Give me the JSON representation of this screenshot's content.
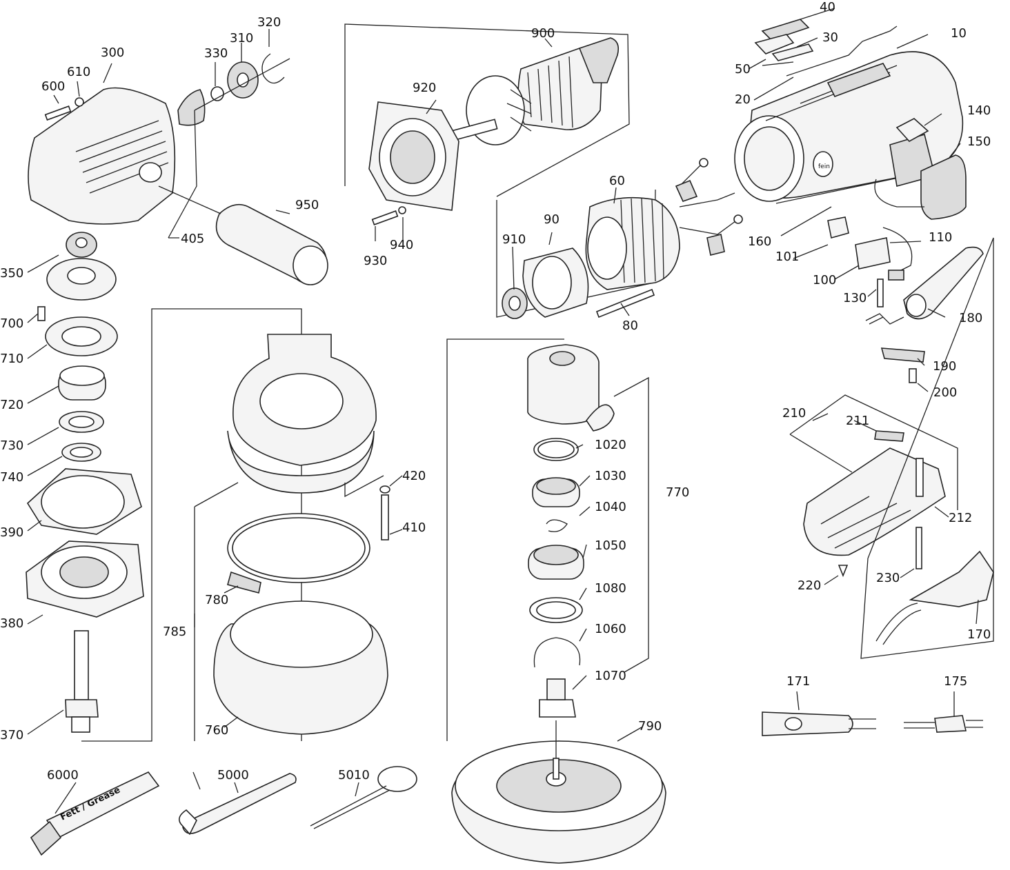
{
  "figure": {
    "tube_text": "Fett / Grease",
    "brand_logo": "fein"
  },
  "callouts": [
    {
      "id": "c40",
      "label": "40"
    },
    {
      "id": "c30",
      "label": "30"
    },
    {
      "id": "c10",
      "label": "10"
    },
    {
      "id": "c50",
      "label": "50"
    },
    {
      "id": "c20",
      "label": "20"
    },
    {
      "id": "c140",
      "label": "140"
    },
    {
      "id": "c150",
      "label": "150"
    },
    {
      "id": "c160",
      "label": "160"
    },
    {
      "id": "c101",
      "label": "101"
    },
    {
      "id": "c110",
      "label": "110"
    },
    {
      "id": "c100",
      "label": "100"
    },
    {
      "id": "c130",
      "label": "130"
    },
    {
      "id": "c180",
      "label": "180"
    },
    {
      "id": "c190",
      "label": "190"
    },
    {
      "id": "c200",
      "label": "200"
    },
    {
      "id": "c210",
      "label": "210"
    },
    {
      "id": "c211",
      "label": "211"
    },
    {
      "id": "c212",
      "label": "212"
    },
    {
      "id": "c220",
      "label": "220"
    },
    {
      "id": "c230",
      "label": "230"
    },
    {
      "id": "c170",
      "label": "170"
    },
    {
      "id": "c171",
      "label": "171"
    },
    {
      "id": "c175",
      "label": "175"
    },
    {
      "id": "c900",
      "label": "900"
    },
    {
      "id": "c920",
      "label": "920"
    },
    {
      "id": "c930",
      "label": "930"
    },
    {
      "id": "c940",
      "label": "940"
    },
    {
      "id": "c60",
      "label": "60"
    },
    {
      "id": "c90",
      "label": "90"
    },
    {
      "id": "c910",
      "label": "910"
    },
    {
      "id": "c80",
      "label": "80"
    },
    {
      "id": "c300",
      "label": "300"
    },
    {
      "id": "c320",
      "label": "320"
    },
    {
      "id": "c310",
      "label": "310"
    },
    {
      "id": "c330",
      "label": "330"
    },
    {
      "id": "c610",
      "label": "610"
    },
    {
      "id": "c600",
      "label": "600"
    },
    {
      "id": "c950",
      "label": "950"
    },
    {
      "id": "c405",
      "label": "405"
    },
    {
      "id": "c350",
      "label": "350"
    },
    {
      "id": "c700",
      "label": "700"
    },
    {
      "id": "c710",
      "label": "710"
    },
    {
      "id": "c720",
      "label": "720"
    },
    {
      "id": "c730",
      "label": "730"
    },
    {
      "id": "c740",
      "label": "740"
    },
    {
      "id": "c390",
      "label": "390"
    },
    {
      "id": "c380",
      "label": "380"
    },
    {
      "id": "c370",
      "label": "370"
    },
    {
      "id": "c420",
      "label": "420"
    },
    {
      "id": "c410",
      "label": "410"
    },
    {
      "id": "c780",
      "label": "780"
    },
    {
      "id": "c785",
      "label": "785"
    },
    {
      "id": "c760",
      "label": "760"
    },
    {
      "id": "c1020",
      "label": "1020"
    },
    {
      "id": "c1030",
      "label": "1030"
    },
    {
      "id": "c1040",
      "label": "1040"
    },
    {
      "id": "c770",
      "label": "770"
    },
    {
      "id": "c1050",
      "label": "1050"
    },
    {
      "id": "c1080",
      "label": "1080"
    },
    {
      "id": "c1060",
      "label": "1060"
    },
    {
      "id": "c1070",
      "label": "1070"
    },
    {
      "id": "c790",
      "label": "790"
    },
    {
      "id": "c6000",
      "label": "6000"
    },
    {
      "id": "c5000",
      "label": "5000"
    },
    {
      "id": "c5010",
      "label": "5010"
    }
  ]
}
